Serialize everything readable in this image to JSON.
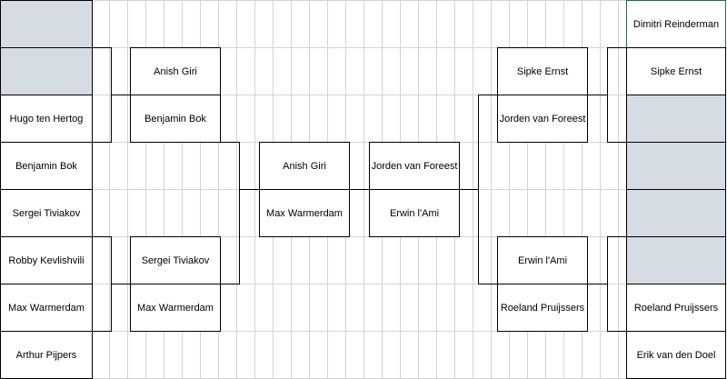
{
  "colors": {
    "empty_cell": "#d6dce4",
    "grid": "#d4d4d4",
    "selection": "#1e7145"
  },
  "left": {
    "round1": [
      "",
      "",
      "Hugo ten Hertog",
      "Benjamin Bok",
      "Sergei Tiviakov",
      "Robby Kevlishvili",
      "Max Warmerdam",
      "Arthur Pijpers"
    ],
    "round2": [
      "Anish Giri",
      "Benjamin Bok",
      "Sergei Tiviakov",
      "Max Warmerdam"
    ],
    "semi": [
      "Anish Giri",
      "Max Warmerdam"
    ]
  },
  "right": {
    "round1": [
      "Dimitri Reinderman",
      "Sipke Ernst",
      "",
      "",
      "",
      "",
      "Roeland Pruijssers",
      "Erik van den Doel"
    ],
    "round2": [
      "Sipke Ernst",
      "Jorden van Foreest",
      "Erwin l'Ami",
      "Roeland Pruijssers"
    ],
    "semi": [
      "Jorden van Foreest",
      "Erwin l'Ami"
    ]
  }
}
